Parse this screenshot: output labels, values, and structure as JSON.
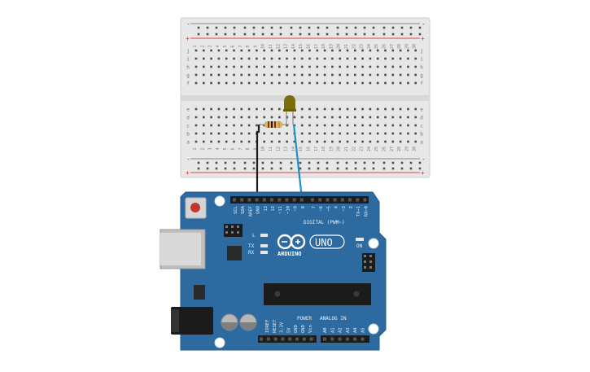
{
  "breadboard": {
    "rail_plus": "+",
    "rail_minus": "-",
    "row_labels_top": [
      "j",
      "i",
      "h",
      "g",
      "f"
    ],
    "row_labels_bottom": [
      "e",
      "d",
      "c",
      "b",
      "a"
    ],
    "column_numbers": [
      "1",
      "2",
      "3",
      "4",
      "5",
      "6",
      "7",
      "8",
      "9",
      "10",
      "11",
      "12",
      "13",
      "14",
      "15",
      "16",
      "17",
      "18",
      "19",
      "20",
      "21",
      "22",
      "23",
      "24",
      "25",
      "26",
      "27",
      "28",
      "29",
      "30"
    ]
  },
  "components": {
    "led_color": "#7a6e0c",
    "resistor_body_color": "#d9b36b"
  },
  "wires": {
    "black_color": "#1a1a1a",
    "blue_color": "#1f8fc6"
  },
  "arduino": {
    "board_color": "#2d6a9f",
    "brand_logo": "ARDUINO",
    "model_badge": "UNO",
    "on_label": "ON",
    "tx_label": "TX",
    "rx_label": "RX",
    "l_label": "L",
    "digital_header_label": "DIGITAL (PWM~)",
    "power_header_label": "POWER",
    "analog_header_label": "ANALOG IN",
    "digital_pins": [
      "SCL",
      "SDA",
      "AREF",
      "GND",
      "13",
      "12",
      "~11",
      "~10",
      "~9",
      "8",
      "7",
      "~6",
      "~5",
      "4",
      "~3",
      "2",
      "TX→1",
      "RX←0"
    ],
    "power_pins": [
      "IOREF",
      "RESET",
      "3.3V",
      "5V",
      "GND",
      "GND",
      "Vin"
    ],
    "analog_pins": [
      "A0",
      "A1",
      "A2",
      "A3",
      "A4",
      "A5"
    ]
  }
}
